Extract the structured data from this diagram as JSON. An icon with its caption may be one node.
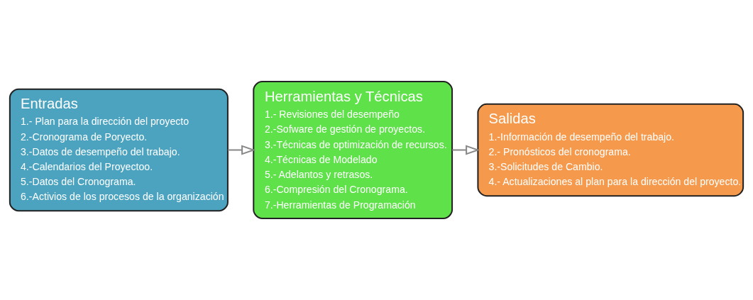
{
  "diagram": {
    "nodes": [
      {
        "text": [
          "Entradas",
          "1.- Plan para la dirección del proyecto",
          "2.-Cronograma de Poryecto.",
          "3.-Datos de desempeño del trabajo.",
          "4.-Calendarios del Proyectoo.",
          "5.-Datos del Cronograma.",
          "6.-Activios de los procesos de la organización"
        ]
      },
      {
        "text": [
          "Herramientas y Técnicas",
          "1.- Revisiones del desempeño",
          "2.-Sofware de gestión de proyectos.",
          "3.-Técnicas de optimización de recursos.",
          "4.-Técnicas de Modelado",
          "5.- Adelantos y retrasos.",
          "6.-Compresión del Cronograma.",
          "7.-Herramientas de Programación"
        ]
      },
      {
        "text": [
          "Salidas",
          "1.-Información de desempeño del trabajo.",
          "2.- Pronósticos del cronograma.",
          "3.-Solicitudes de Cambio.",
          "4.- Actualizaciones al plan para la dirección del proyecto."
        ]
      }
    ],
    "edges": [
      {
        "from": 0,
        "to": 1,
        "arrow": "to"
      },
      {
        "from": 1,
        "to": 2,
        "arrow": "to"
      }
    ]
  }
}
